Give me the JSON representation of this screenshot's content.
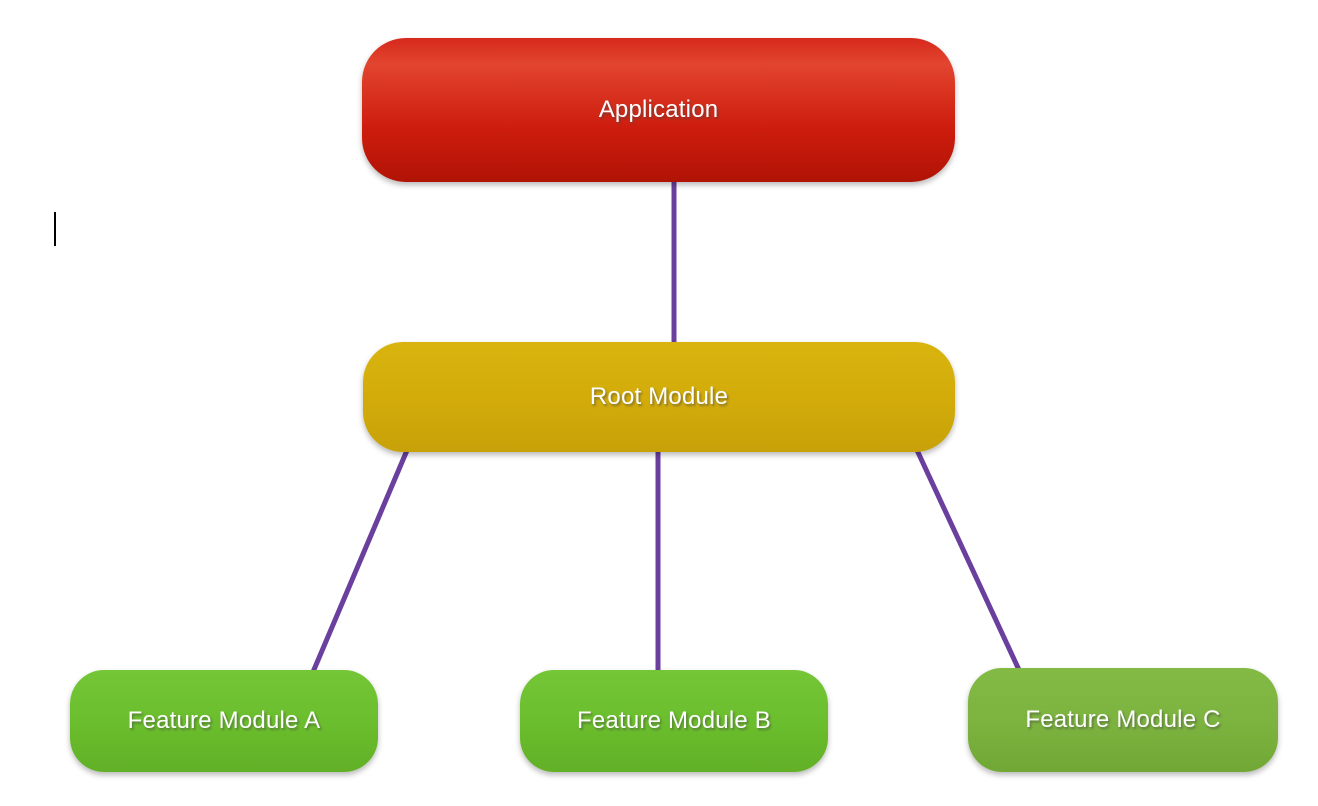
{
  "diagram": {
    "nodes": [
      {
        "id": "application",
        "label": "Application",
        "color": "#ce1d0e"
      },
      {
        "id": "root-module",
        "label": "Root Module",
        "color": "#d2ab0a"
      },
      {
        "id": "feature-module-a",
        "label": "Feature Module A",
        "color": "#6abd2c"
      },
      {
        "id": "feature-module-b",
        "label": "Feature Module B",
        "color": "#6abd2c"
      },
      {
        "id": "feature-module-c",
        "label": "Feature Module C",
        "color": "#7cb33f"
      }
    ],
    "edges": [
      {
        "from": "application",
        "to": "root-module"
      },
      {
        "from": "root-module",
        "to": "feature-module-a"
      },
      {
        "from": "root-module",
        "to": "feature-module-b"
      },
      {
        "from": "root-module",
        "to": "feature-module-c"
      }
    ],
    "connector_color": "#6a3f9e",
    "text_color": "#ffffff"
  }
}
